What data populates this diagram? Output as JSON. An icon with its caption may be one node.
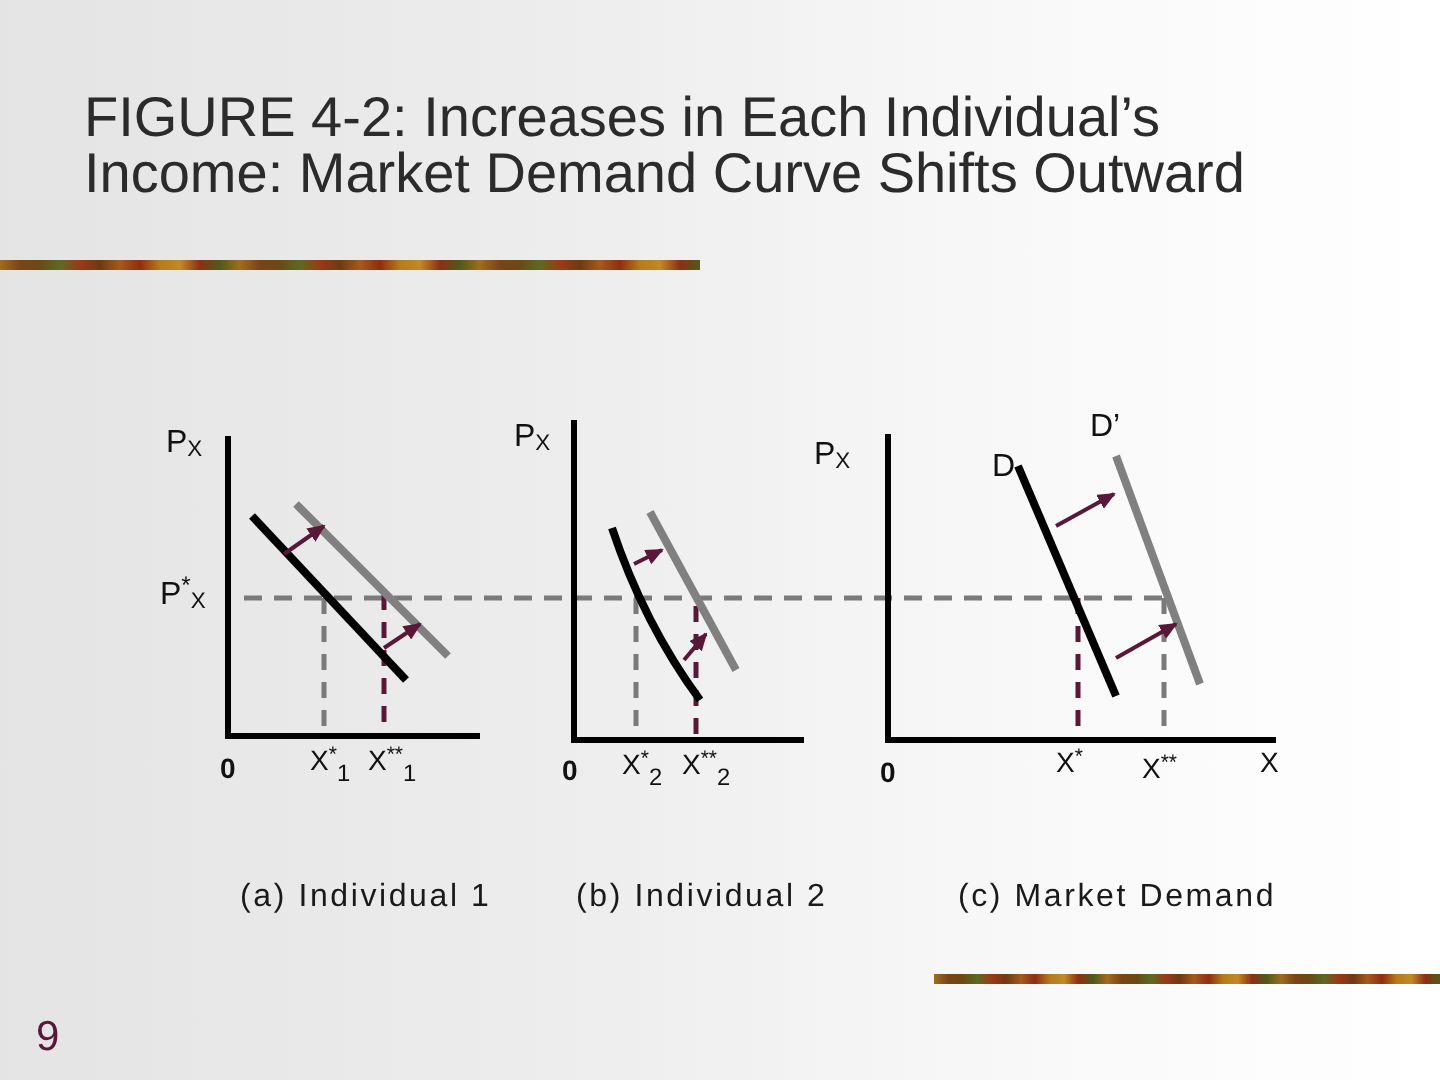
{
  "diagram": {
    "title": "FIGURE 4-2: Increases in Each Individual’s Income: Market Demand Curve Shifts Outward",
    "labels": [
      "P$_{X}$",
      "P$^{*}$$_{X}$",
      "0",
      "X$^{*}$$_{1}$",
      "X$^{**}$$_{1}$",
      "P$_{X}$",
      "0",
      "X$^{*}$$_{2}$",
      "X$^{**}$$_{2}$",
      "P$_{X}$",
      "D’",
      "D",
      "0",
      "X$^{*}$",
      "X$^{**}$",
      "X",
      "(a) Individual 1",
      "(b) Individual 2",
      "(c) Market Demand",
      "9"
    ]
  }
}
